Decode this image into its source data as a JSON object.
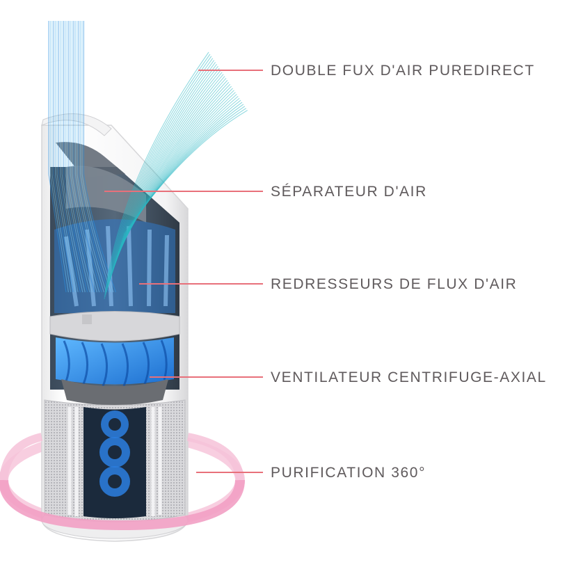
{
  "labels": [
    "DOUBLE FUX D'AIR PUREDIRECT",
    "SÉPARATEUR D'AIR",
    "REDRESSEURS DE FLUX D'AIR",
    "VENTILATEUR CENTRIFUGE-AXIAL",
    "PURIFICATION 360°"
  ],
  "colors": {
    "leader_line": "#e8707a",
    "airflow": "#2ab8c4",
    "airflow_blue": "#2a8fe0",
    "ring": "#f2a0c4",
    "casing": "#ffffff",
    "label_text": "#5f5a5c"
  }
}
